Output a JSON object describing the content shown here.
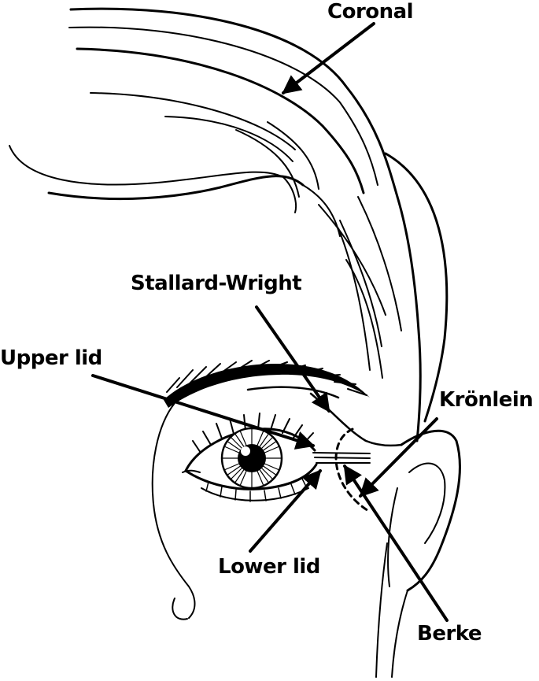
{
  "labels": {
    "coronal": "Coronal",
    "stallard_wright": "Stallard-Wright",
    "upper_lid": "Upper lid",
    "kronlein": "Krönlein",
    "lower_lid": "Lower lid",
    "berke": "Berke"
  },
  "colors": {
    "ink": "#000000",
    "background": "#ffffff"
  }
}
